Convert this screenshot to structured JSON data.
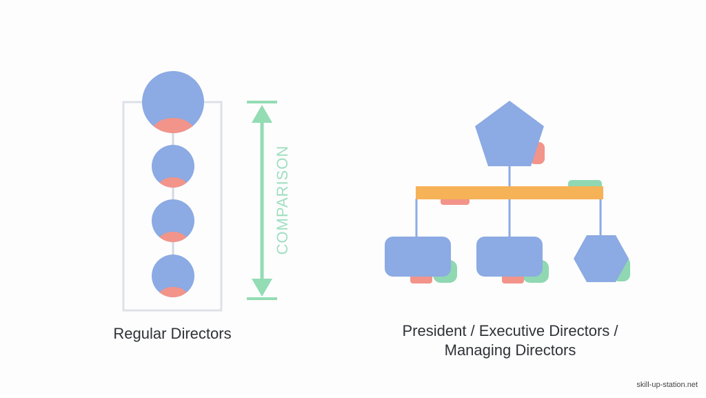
{
  "left_group": {
    "caption": "Regular Directors",
    "comparison_label": "COMPARISON"
  },
  "right_group": {
    "caption_line1": "President / Executive Directors /",
    "caption_line2": "Managing Directors"
  },
  "watermark": "skill-up-station.net",
  "colors": {
    "node_blue": "#8caae3",
    "accent_coral": "#f2948a",
    "accent_green": "#8fd8b2",
    "bar_orange": "#f6b257",
    "frame_gray": "#dde1e8",
    "arrow_green": "#93dcb4"
  }
}
